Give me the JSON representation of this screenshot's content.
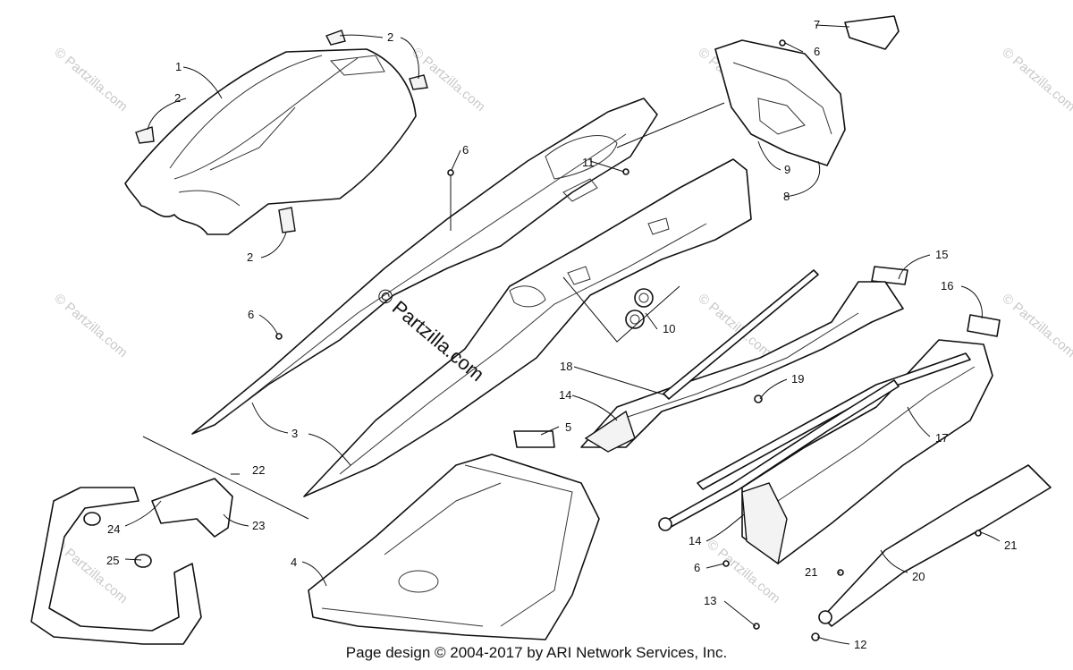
{
  "labels": {
    "l1": "1",
    "l2a": "2",
    "l2b": "2",
    "l2c": "2",
    "l3": "3",
    "l4": "4",
    "l5": "5",
    "l6a": "6",
    "l6b": "6",
    "l6c": "6",
    "l6d": "6",
    "l7": "7",
    "l8": "8",
    "l9": "9",
    "l10": "10",
    "l11": "11",
    "l12": "12",
    "l13": "13",
    "l14a": "14",
    "l14b": "14",
    "l15": "15",
    "l16": "16",
    "l17": "17",
    "l18": "18",
    "l19": "19",
    "l20": "20",
    "l21a": "21",
    "l21b": "21",
    "l22": "22",
    "l23": "23",
    "l24": "24",
    "l25": "25"
  },
  "watermark": {
    "main": "© Partzilla.com",
    "tile": "© Partzilla.com"
  },
  "footer": {
    "credit": "Page design © 2004-2017 by ARI Network Services, Inc."
  }
}
